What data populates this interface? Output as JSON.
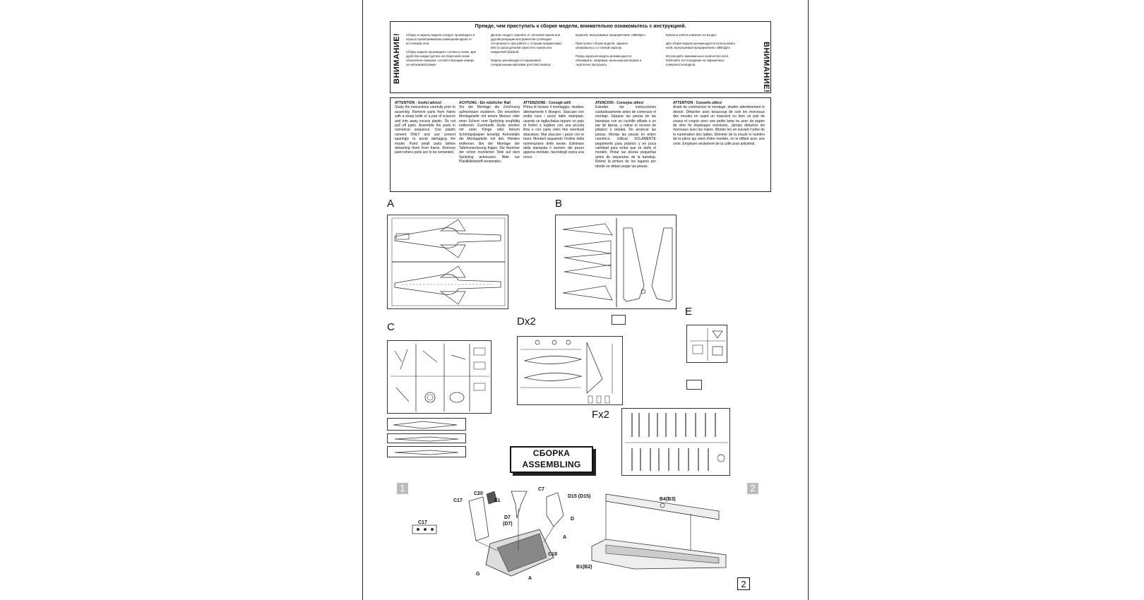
{
  "warning": {
    "title": "Прежде, чем приступать к сборке модели, внимательно ознакомьтесь с инструкцией.",
    "side_label": "ВНИМАНИЕ!",
    "columns": [
      "Сборку и окраску модели следует производить в хорошо проветриваемом помещении вдали от источников огня.\n\nСборку модели производите согласно схеме. Для удобства каждая деталь на сборочной схеме обозначена номером, соответствующим номеру на литниковой рамке.",
      "Детали следует отделять от литников ножом или другим режущим инструментом (соблюдая осторожность при работе с острыми предметами). Места среза деталей зачистите ножом или наждачной бумагой.\n\nМодель рекомендуется окрашивать специальными красками для пластиковых",
      "моделей, выпускаемых предприятием «ЗВЕЗДА».\n\nПриступая к сборке модели, заранее ознакомьтесь со схемой окраски.\n\nПеред окраской модель рекомендуется обезжирить, например, мыльным раствором и тщательно просушить.",
      "Краски и клей в комплект не входят.\n\nДля сборки модели рекомендуется использовать клей, выпускаемый предприятием «ЗВЕЗДА».\n\nИспользуйте минимальное количество клея. Избегайте его попадания на окрашенные поверхности модели."
    ]
  },
  "languages": [
    {
      "title": "ATTENTION - Useful advice!",
      "text": "Study the instructions carefully prior to assembly. Remove parts from frame with a sharp knife or a pair of scissors and trim away excess plastic. Do not pull off parts. Assemble the parts in numerical sequence. Use plastic cement ONLY and use cement sparingly to avoid damaging the model. Paint small parts before detaching them from frame. Remove paint where parts are to be cemented."
    },
    {
      "title": "ACHTUNG - Ein nützlicher Rat!",
      "text": "Vor der Montage die Zeichnung aufmerksam studieren. Die einzelnen Montageteile mit einem Messer oder einer Schere vom Spritzling sorgfältig entfernen. Eventuelle Grate werden mit einer Klinge oder feinem Schmirgelpapier beseitgt. Keinesfalls die Montageteile mit den Händen entfernen. Bei der Montage der Tafelnumerierung folgen. Die Nummer der schon montierten Teile auf dem Spritzling ankreuzen. Bitte nur Plastikklebstoff verwenden."
    },
    {
      "title": "ATTENZIONE - Consigli utili!",
      "text": "Prima di iniziare il montaggio, studiare attentamente il disegno. Staccare con molta cura i pezzi dalle stampate, usando un taglia-balsa oppure un paio di forbici e togliere con una piccola lima o con carta vetro fine eventuali sbavature. Mai staccare i pezzi con le mani. Montarli seguendo l'ordine della numerazione delle tavole. Eliminare dalla stampata il numero del pezzo appena montato, facendogli sopra una croce."
    },
    {
      "title": "ATENCION - Consejos útiles!",
      "text": "Estudiar las instrucciones cuidadosamente antes de comenzar el montaje. Separar las piezas de las bandejas con un cuchillo afilado o un par de tijeras, y retirar el exceso de plástico o rebaba. No arrancar las piezas. Montar las piezas en orden numérico. Utilizar SOLAMENTE pegamento para plástico y en poca cantidad para evitar que se dañe el modelo. Pintar las piezas pequeñas antes de separarlas de la bandeja. Retirar la pintura de los lugares por donde se deban pegar las piezas."
    },
    {
      "title": "ATTENTION - Conseils utiles!",
      "text": "Avant de commencer le montage, étudier attentivement le dessin. Détacher avec beaucoup de soin les morceaux des moules en usant un massicot ou bien un pair de cisaux et couper avec une petite lame ou avec de papier de vitre fin ébarbages eventuels. Jamais détacher les morceaux avec les mains. Monter les en suivant l'ordre de la numération des tables. Eliminer de la moule le numéro de la pièce qui vient d'être montée, en le biffant avec une croix. Employer seulement de la colle pour polystirol."
    }
  ],
  "sprues": {
    "a": "A",
    "b": "B",
    "c": "C",
    "d": "Dx2",
    "e": "E",
    "f": "Fx2"
  },
  "assembling": {
    "ru": "СБОРКА",
    "en": "ASSEMBLING"
  },
  "steps": {
    "one": "1",
    "two": "2"
  },
  "callouts": {
    "c17a": "C17",
    "c17b": "C17",
    "c20": "C20",
    "e1": "E1",
    "c7": "C7",
    "d15": "D15 (D15)",
    "d": "D",
    "d7": "D7",
    "d7b": "(D7)",
    "a1": "A",
    "c18": "C18",
    "g": "G",
    "a2": "A",
    "b4": "B4(B3)",
    "b1": "B1(B2)"
  },
  "page_number": "2"
}
